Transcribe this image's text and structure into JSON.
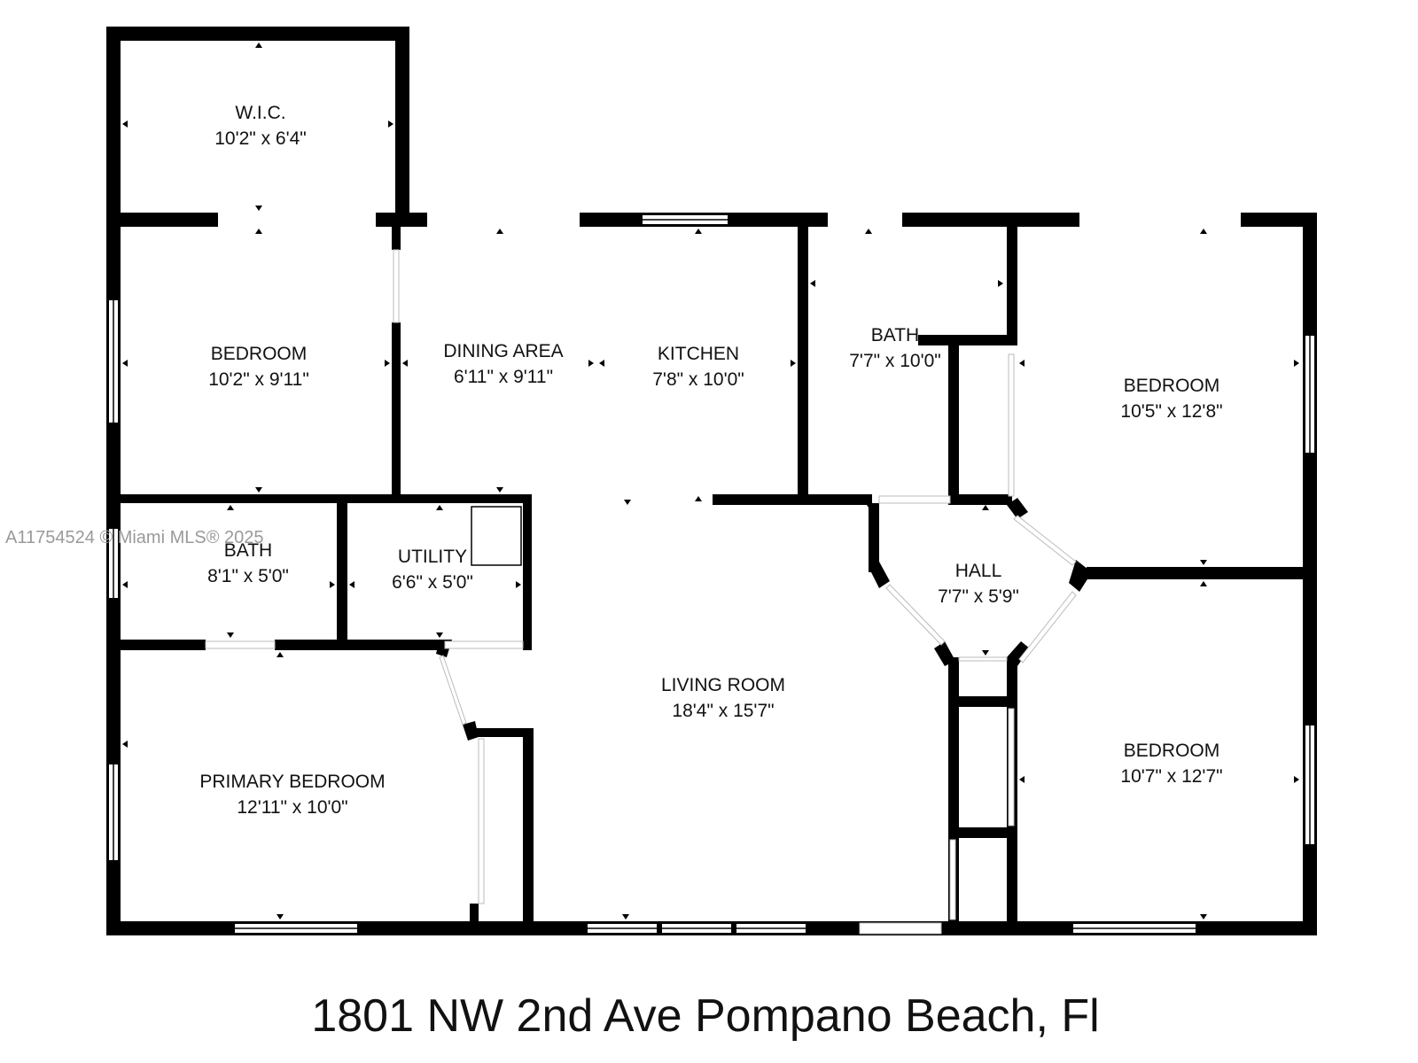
{
  "rooms": {
    "wic": {
      "name": "W.I.C.",
      "dims": "10'2\" x 6'4\""
    },
    "bedroom1": {
      "name": "BEDROOM",
      "dims": "10'2\" x 9'11\""
    },
    "dining": {
      "name": "DINING AREA",
      "dims": "6'11\" x 9'11\""
    },
    "kitchen": {
      "name": "KITCHEN",
      "dims": "7'8\" x 10'0\""
    },
    "bath1": {
      "name": "BATH",
      "dims": "7'7\" x 10'0\""
    },
    "bedroom2": {
      "name": "BEDROOM",
      "dims": "10'5\" x 12'8\""
    },
    "bath2": {
      "name": "BATH",
      "dims": "8'1\" x 5'0\""
    },
    "utility": {
      "name": "UTILITY",
      "dims": "6'6\" x 5'0\""
    },
    "hall": {
      "name": "HALL",
      "dims": "7'7\" x 5'9\""
    },
    "living": {
      "name": "LIVING ROOM",
      "dims": "18'4\" x 15'7\""
    },
    "primary": {
      "name": "PRIMARY BEDROOM",
      "dims": "12'11\" x 10'0\""
    },
    "bedroom3": {
      "name": "BEDROOM",
      "dims": "10'7\" x 12'7\""
    }
  },
  "address": "1801 NW 2nd Ave Pompano Beach, Fl",
  "watermark": "A11754524 © Miami MLS® 2025",
  "colors": {
    "wall": "#000000",
    "background": "#ffffff",
    "watermark": "#9a9a9a"
  }
}
